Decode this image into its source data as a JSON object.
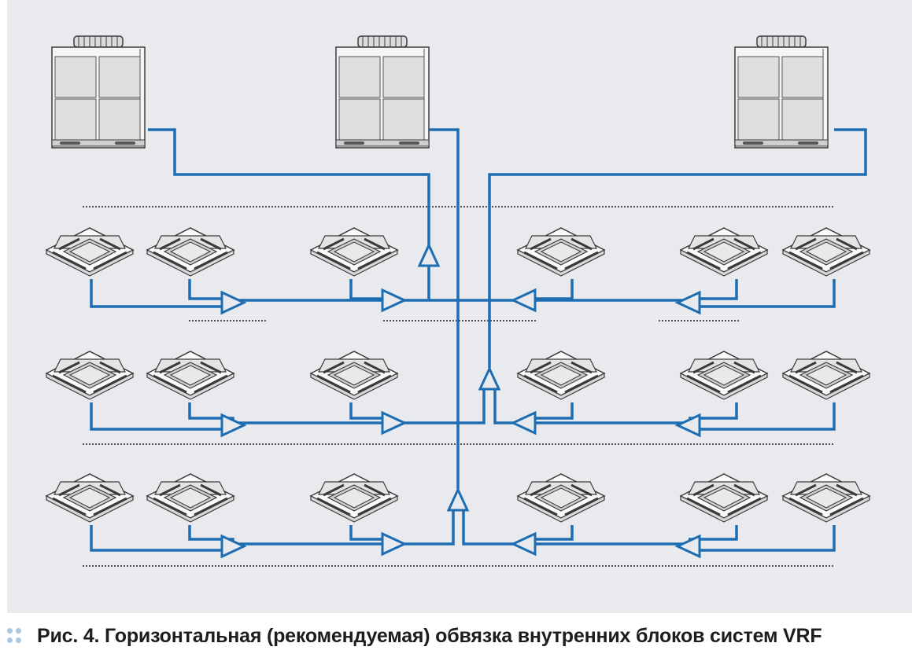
{
  "caption": {
    "prefix": "Рис. 4.",
    "text": " Горизонтальная (рекомендуемая) обвязка внутренних блоков систем VRF"
  },
  "colors": {
    "background": "#e8eaee",
    "pipe": "#1d6db3",
    "marker": "#a9c7e0",
    "unit_fill": "#f3f3f3",
    "unit_stroke": "#3a3a3a"
  },
  "diagram": {
    "outdoor_units": [
      "outdoor-unit-left",
      "outdoor-unit-center",
      "outdoor-unit-right"
    ],
    "floors": 3,
    "indoor_units_per_floor": 6
  }
}
